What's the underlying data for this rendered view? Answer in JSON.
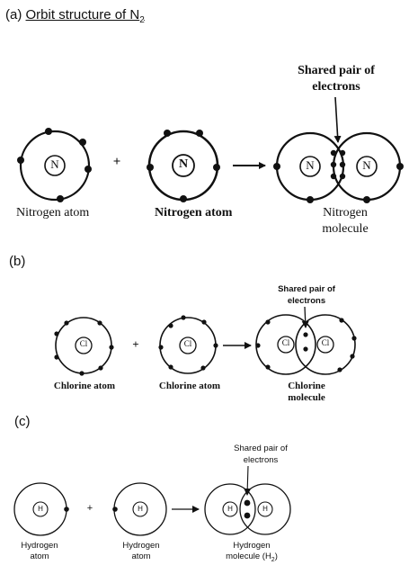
{
  "section_a": {
    "tag": "(a)",
    "title": "Orbit structure of N",
    "title_subscript": "2",
    "atom_symbol": "N",
    "plus": "+",
    "label_atom1": "Nitrogen atom",
    "label_atom2": "Nitrogen atom",
    "shared_line1": "Shared pair of",
    "shared_line2": "electrons",
    "molecule_line1": "Nitrogen",
    "molecule_line2": "molecule"
  },
  "section_b": {
    "tag": "(b)",
    "atom_symbol": "Cl",
    "plus": "+",
    "label_atom1": "Chlorine atom",
    "label_atom2": "Chlorine atom",
    "shared_line1": "Shared pair of",
    "shared_line2": "electrons",
    "molecule_line1": "Chlorine",
    "molecule_line2": "molecule"
  },
  "section_c": {
    "tag": "(c)",
    "atom_symbol": "H",
    "plus": "+",
    "label_atom1_line1": "Hydrogen",
    "label_atom1_line2": "atom",
    "label_atom2_line1": "Hydrogen",
    "label_atom2_line2": "atom",
    "shared_line1": "Shared pair of",
    "shared_line2": "electrons",
    "molecule_line1": "Hydrogen",
    "molecule_line2": "molecule (H",
    "molecule_sub": "2",
    "molecule_close": ")"
  },
  "colors": {
    "ink": "#111111",
    "background": "#ffffff"
  }
}
